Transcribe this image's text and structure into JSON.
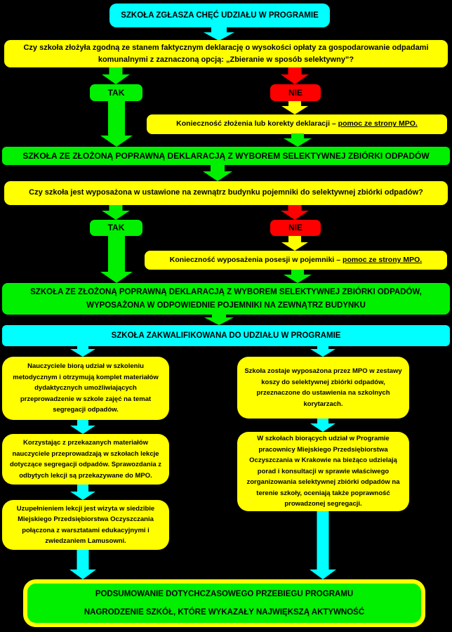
{
  "colors": {
    "cyan": "#00ffff",
    "yellow": "#ffff00",
    "green": "#00f000",
    "red": "#ff0000",
    "black": "#000000"
  },
  "labels": {
    "yes": "TAK",
    "no": "NIE"
  },
  "flow": {
    "start_title": "SZKOŁA ZGŁASZA CHĘĆ UDZIAŁU W PROGRAMIE",
    "question1": "Czy szkoła złożyła zgodną ze stanem faktycznym deklarację o wysokości opłaty za gospodarowanie odpadami komunalnymi z zaznaczoną opcją: „Zbieranie w sposób selektywny”?",
    "help1_text": "Konieczność złożenia lub korekty deklaracji – ",
    "help1_link": "pomoc ze strony MPO.",
    "state1": "SZKOŁA ZE ZŁOŻONĄ POPRAWNĄ DEKLARACJĄ Z WYBOREM SELEKTYWNEJ ZBIÓRKI ODPADÓW",
    "question2": "Czy szkoła jest wyposażona w ustawione na zewnątrz budynku pojemniki do selektywnej zbiórki odpadów?",
    "help2_text": "Konieczność wyposażenia posesji w pojemniki – ",
    "help2_link": "pomoc ze strony MPO.",
    "state2_line1": "SZKOŁA ZE ZŁOŻONĄ POPRAWNĄ DEKLARACJĄ Z WYBOREM SELEKTYWNEJ ZBIÓRKI ODPADÓW,",
    "state2_line2": "WYPOSAŻONA W ODPOWIEDNIE POJEMNIKI NA ZEWNĄTRZ BUDYNKU",
    "qualified": "SZKOŁA ZAKWALIFIKOWANA DO UDZIAŁU W PROGRAMIE",
    "left_steps": [
      "Nauczyciele biorą udział w szkoleniu metodycznym i otrzymują komplet materiałów dydaktycznych umożliwiających przeprowadzenie w szkole zajęć na temat segregacji odpadów.",
      "Korzystając z przekazanych materiałów nauczyciele przeprowadzają w szkołach lekcje dotyczące segregacji odpadów. Sprawozdania z odbytych lekcji są przekazywane do MPO.",
      "Uzupełnieniem lekcji jest wizyta w siedzibie Miejskiego Przedsiębiorstwa Oczyszczania połączona z warsztatami edukacyjnymi i zwiedzaniem Lamusowni."
    ],
    "right_steps": [
      "Szkoła zostaje wyposażona przez MPO w zestawy koszy do selektywnej zbiórki odpadów, przeznaczone do ustawienia na szkolnych korytarzach.",
      "W szkołach biorących udział w Programie pracownicy Miejskiego Przedsiębiorstwa Oczyszczania w Krakowie na bieżąco udzielają porad i konsultacji w sprawie właściwego zorganizowania selektywnej zbiórki odpadów na terenie szkoły, oceniają także poprawność prowadzonej segregacji."
    ],
    "final_line1": "PODSUMOWANIE DOTYCHCZASOWEGO PRZEBIEGU PROGRAMU",
    "final_line2": "NAGRODZENIE SZKÓŁ, KTÓRE WYKAZAŁY NAJWIĘKSZĄ AKTYWNOŚĆ"
  }
}
